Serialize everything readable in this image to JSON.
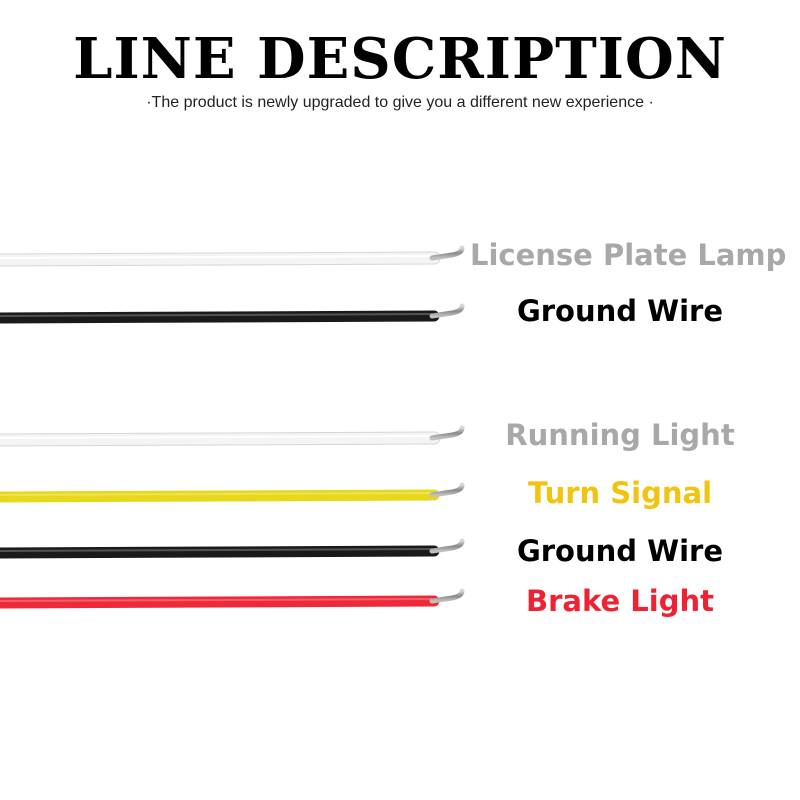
{
  "title": "LINE DESCRIPTION",
  "subtitle": "·The product is newly upgraded to give you a different new experience ·",
  "wires": [
    {
      "label": "License Plate Lamp",
      "wire_color": "#f4f4f4",
      "text_color": "#a8a8a8"
    },
    {
      "label": "Ground Wire",
      "wire_color": "#1a1a1a",
      "text_color": "#000000"
    },
    {
      "label": "Running Light",
      "wire_color": "#f4f4f4",
      "text_color": "#a8a8a8"
    },
    {
      "label": "Turn Signal",
      "wire_color": "#e8d81c",
      "text_color": "#f2c40f"
    },
    {
      "label": "Ground Wire",
      "wire_color": "#1a1a1a",
      "text_color": "#000000"
    },
    {
      "label": "Brake Light",
      "wire_color": "#ee2a3a",
      "text_color": "#ee2233"
    }
  ]
}
